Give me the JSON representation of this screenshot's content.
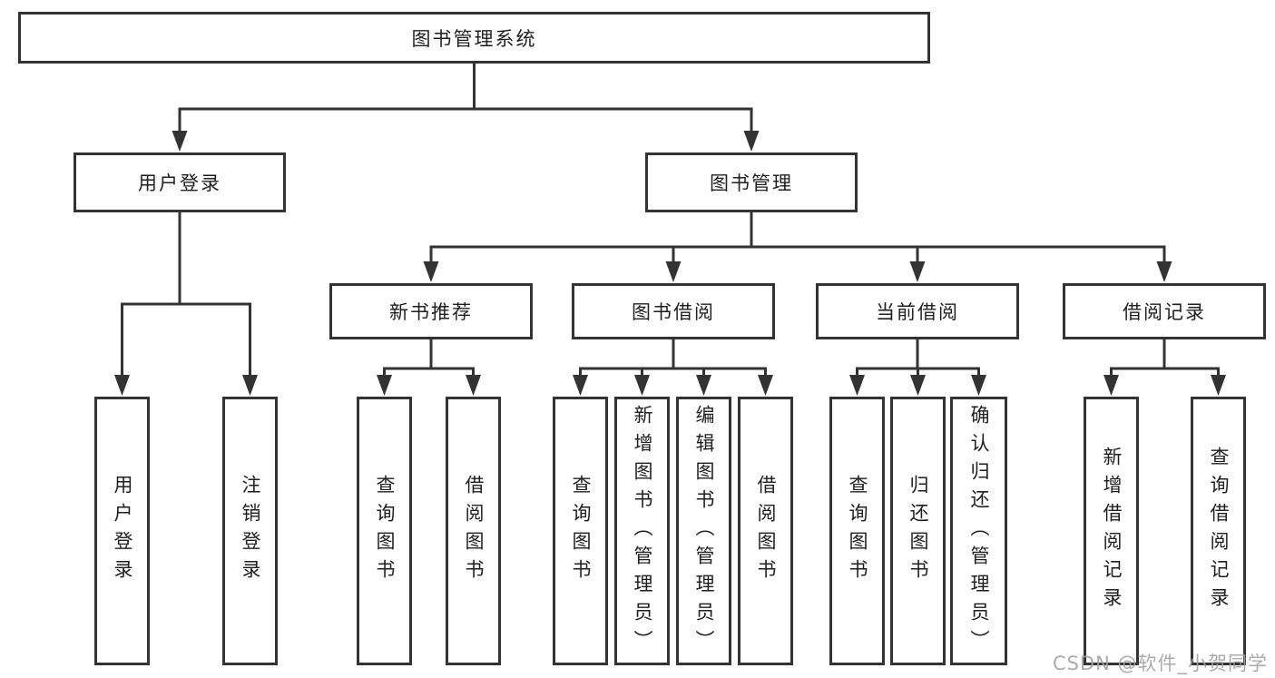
{
  "diagram": {
    "tree": {
      "label": "图书管理系统",
      "children": [
        {
          "label": "用户登录",
          "children": [
            {
              "label": "用户登录"
            },
            {
              "label": "注销登录"
            }
          ]
        },
        {
          "label": "图书管理",
          "children": [
            {
              "label": "新书推荐",
              "children": [
                {
                  "label": "查询图书"
                },
                {
                  "label": "借阅图书"
                }
              ]
            },
            {
              "label": "图书借阅",
              "children": [
                {
                  "label": "查询图书"
                },
                {
                  "label": "新增图书（管理员）"
                },
                {
                  "label": "编辑图书（管理员）"
                },
                {
                  "label": "借阅图书"
                }
              ]
            },
            {
              "label": "当前借阅",
              "children": [
                {
                  "label": "查询图书"
                },
                {
                  "label": "归还图书"
                },
                {
                  "label": "确认归还（管理员）"
                }
              ]
            },
            {
              "label": "借阅记录",
              "children": [
                {
                  "label": "新增借阅记录"
                },
                {
                  "label": "查询借阅记录"
                }
              ]
            }
          ]
        }
      ]
    },
    "colors": {
      "line": "#333333",
      "text": "#1f1f1f",
      "box_fill": "#ffffff",
      "watermark": "#a3a3a3"
    }
  },
  "watermark": {
    "text": "CSDN @软件_小贺同学"
  }
}
